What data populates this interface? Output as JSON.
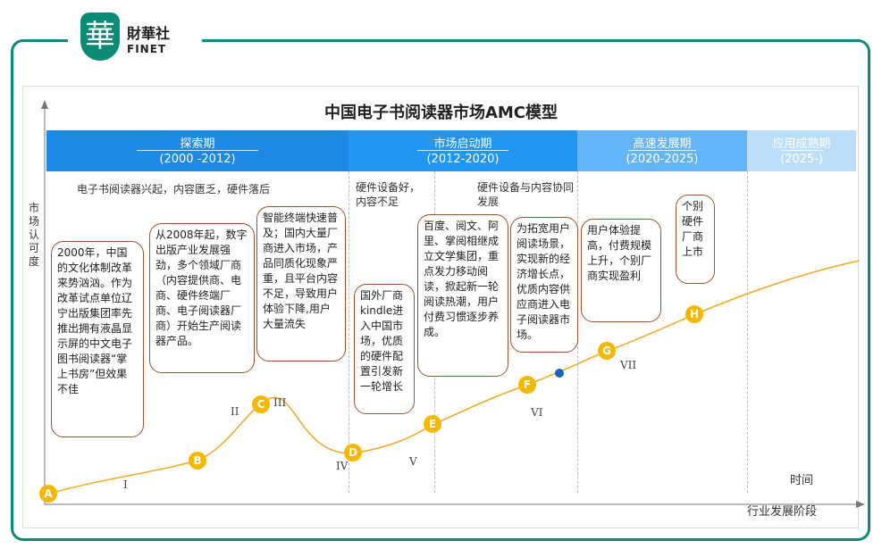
{
  "logo": {
    "mark": "華",
    "cn": "財華社",
    "en": "FINET"
  },
  "title": "中国电子书阅读器市场AMC模型",
  "axes": {
    "y": "市场认可度",
    "x": "行业发展阶段",
    "time": "时间"
  },
  "stages": [
    {
      "name": "探索期",
      "years": "(2000 -2012)",
      "color": "#1e88e5"
    },
    {
      "name": "市场启动期",
      "years": "(2012-2020)",
      "color": "#2196f3"
    },
    {
      "name": "高速发展期",
      "years": "(2020-2025)",
      "color": "#64b5f6"
    },
    {
      "name": "应用成熟期",
      "years": "(2025-)",
      "color": "#bbdefb"
    }
  ],
  "notes": {
    "n1": "电子书阅读器兴起，内容匮乏，硬件落后",
    "n2": "硬件设备好，内容不足",
    "n3": "硬件设备与内容协同发展"
  },
  "bubbles": {
    "A": "2000年，中国的文化体制改革来势汹汹。作为改革试点单位辽宁出版集团率先推出拥有液晶显示屏的中文电子图书阅读器“掌上书房”但效果不佳",
    "B": "从2008年起，数字出版产业发展强劲，多个领域厂商（内容提供商、电商、硬件终端厂商、电子阅读器厂商）开始生产阅读器产品。",
    "C": "智能终端快速普及；国内大量厂商进入市场，产品同质化现象严重，且平台内容不足，导致用户体验下降,用户大量流失",
    "D": "国外厂商kindle进入中国市场，优质的硬件配置引发新一轮增长",
    "E": "百度、阅文、阿里、掌阅相继成立文学集团，重点发力移动阅读，掀起新一轮阅读热潮，用户付费习惯逐步养成。",
    "F": "为拓宽用户阅读场景，实现新的经济增长点，优质内容供应商进入电子阅读器市场。",
    "G": "用户体验提高，付费规模上升，个别厂商实现盈利",
    "H": "个别硬件厂商上市"
  },
  "points": [
    "A",
    "B",
    "C",
    "D",
    "E",
    "F",
    "G",
    "H"
  ],
  "romans": [
    "I",
    "II",
    "III",
    "IV",
    "V",
    "VI",
    "VII"
  ]
}
